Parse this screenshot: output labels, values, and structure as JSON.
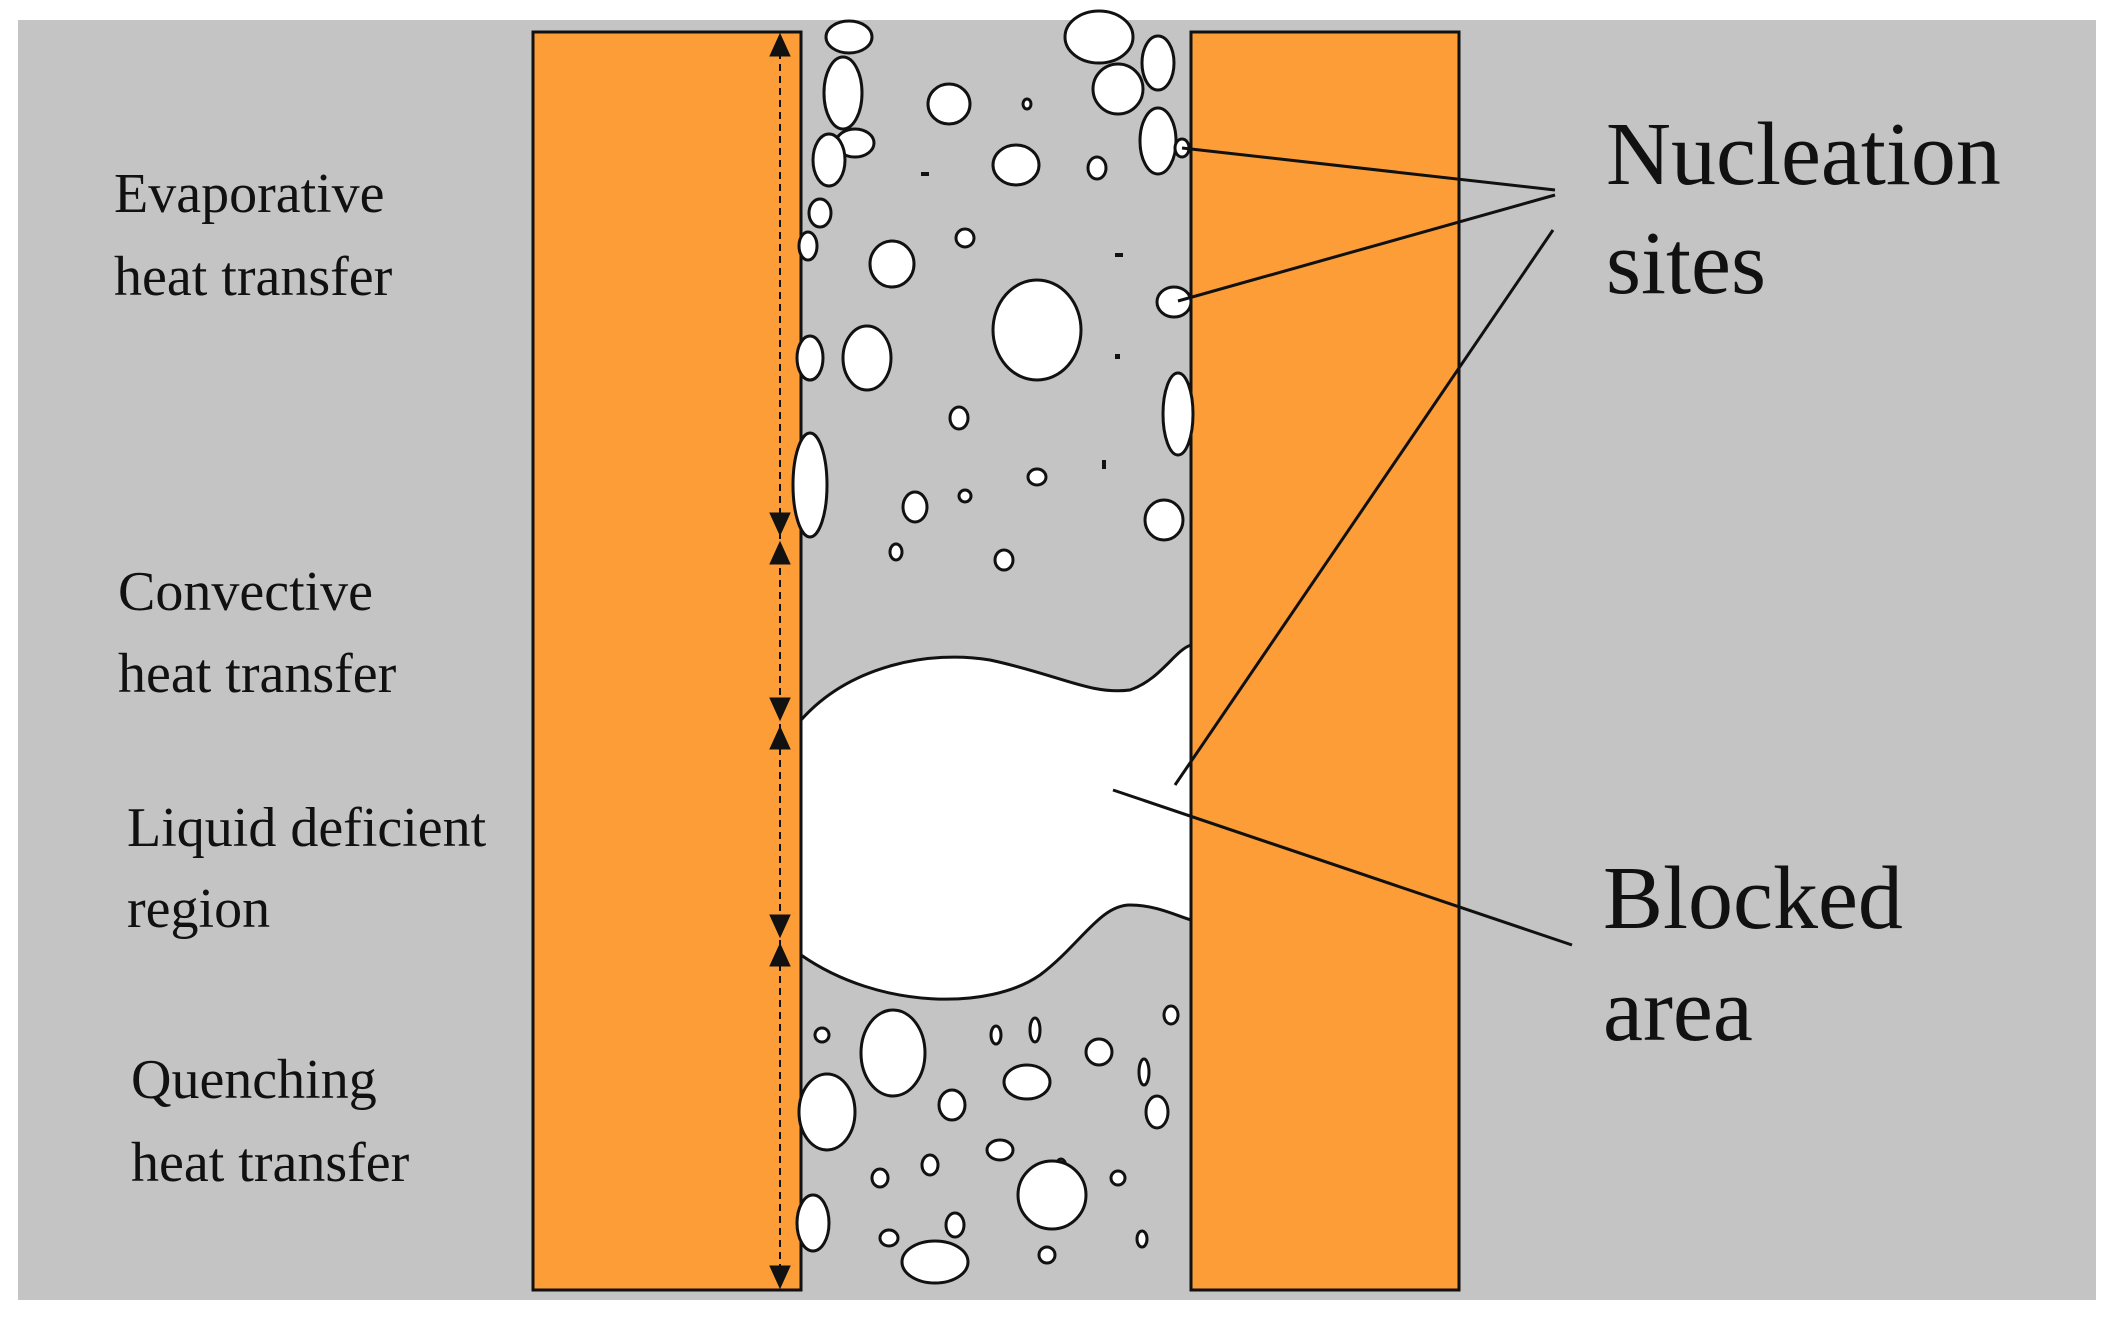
{
  "labels": {
    "evaporative": [
      "Evaporative",
      "heat transfer"
    ],
    "convective": [
      "Convective",
      "heat transfer"
    ],
    "liquid_deficient": [
      "Liquid deficient",
      "region"
    ],
    "quenching": [
      "Quenching",
      "heat transfer"
    ],
    "nucleation": [
      "Nucleation",
      "sites"
    ],
    "blocked": [
      "Blocked",
      "area"
    ]
  },
  "colors": {
    "background": "#c4c4c4",
    "wall": "#fc9d38",
    "bubble": "#ffffff",
    "outline": "#111111"
  }
}
